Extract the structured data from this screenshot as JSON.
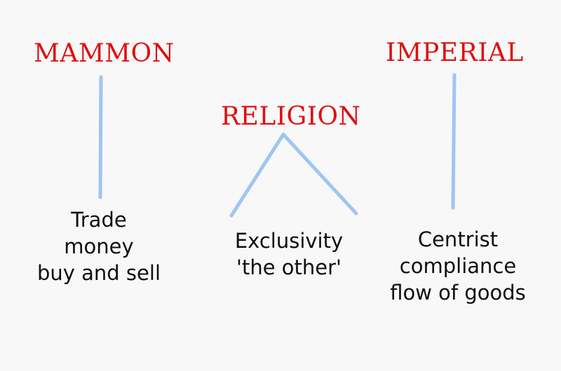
{
  "headings": {
    "mammon": "MAMMON",
    "religion": "RELIGION",
    "imperial": "IMPERIAL"
  },
  "labels": {
    "mammon": [
      "Trade",
      "money",
      "buy and sell"
    ],
    "religion": [
      "Exclusivity",
      "'the other'"
    ],
    "imperial": [
      "Centrist",
      "compliance",
      "flow of goods"
    ]
  },
  "colors": {
    "heading": "#e10f0f",
    "connector": "#9fc6f1",
    "text": "#0f0f0f",
    "background": "#f8f8f8"
  }
}
